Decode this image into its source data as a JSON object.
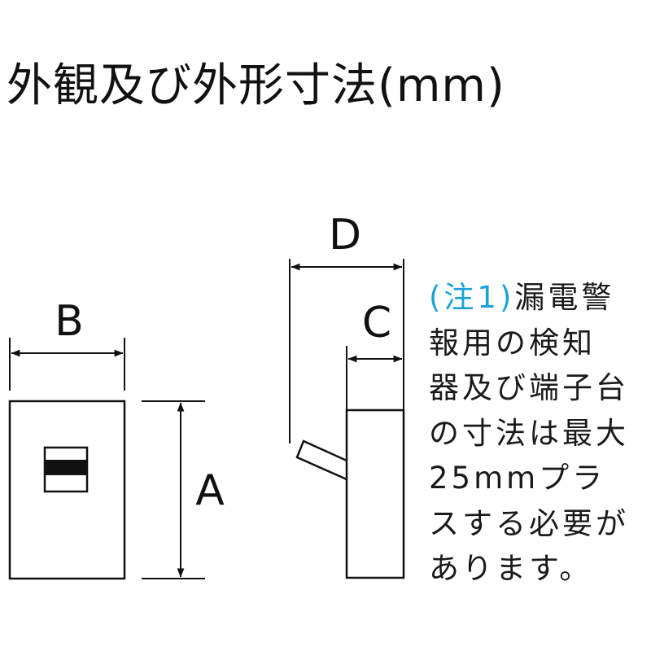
{
  "title": "外観及び外形寸法(mm)",
  "dimensions": {
    "a": "A",
    "b": "B",
    "c": "C",
    "d": "D"
  },
  "note": {
    "tag": "(注1)",
    "lines": [
      "漏電警",
      "報用の検知",
      "器及び端子台",
      "の寸法は最大",
      "25mmプラ",
      "スする必要が",
      "あります。"
    ]
  },
  "colors": {
    "line": "#111111",
    "note_tag": "#1aa3d9"
  }
}
